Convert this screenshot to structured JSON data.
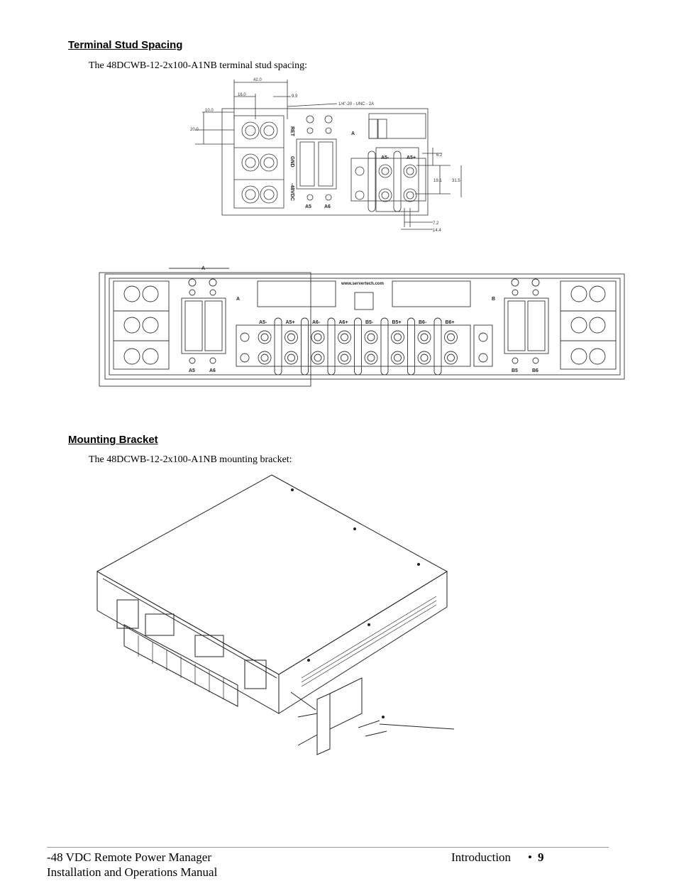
{
  "section1": {
    "heading": "Terminal Stud Spacing",
    "intro": "The 48DCWB-12-2x100-A1NB terminal stud spacing:"
  },
  "detail_drawing": {
    "dims": {
      "d42": "42.0",
      "d16": "16.0",
      "d99": "9.9",
      "d10": "10.0",
      "d20": "20.0",
      "d62": "6.2",
      "d191": "19.1",
      "d315": "31.5",
      "d72": "7.2",
      "d144": "14.4"
    },
    "thread_note": "1/4\"-20 - UNC - 2A",
    "labels": {
      "a_upper": "A",
      "a5": "A5",
      "a6": "A6",
      "a5m": "A5-",
      "a5p": "A5+",
      "ret": "RET",
      "gnd": "GND",
      "neg48": "-48VDC"
    }
  },
  "full_drawing": {
    "dim_a": "A",
    "brand": "www.servertech.com",
    "left_a": "A",
    "right_b": "B",
    "bus_labels": [
      "A5-",
      "A5+",
      "A6-",
      "A6+",
      "B5-",
      "B5+",
      "B6-",
      "B6+"
    ],
    "bottom_labels": [
      "A5",
      "A6",
      "B5",
      "B6"
    ]
  },
  "section2": {
    "heading": "Mounting Bracket",
    "intro": "The 48DCWB-12-2x100-A1NB mounting bracket:"
  },
  "footer": {
    "left_line1": "-48 VDC Remote Power Manager",
    "left_line2": "Installation and Operations Manual",
    "section": "Introduction",
    "bullet": "•",
    "page": "9"
  }
}
